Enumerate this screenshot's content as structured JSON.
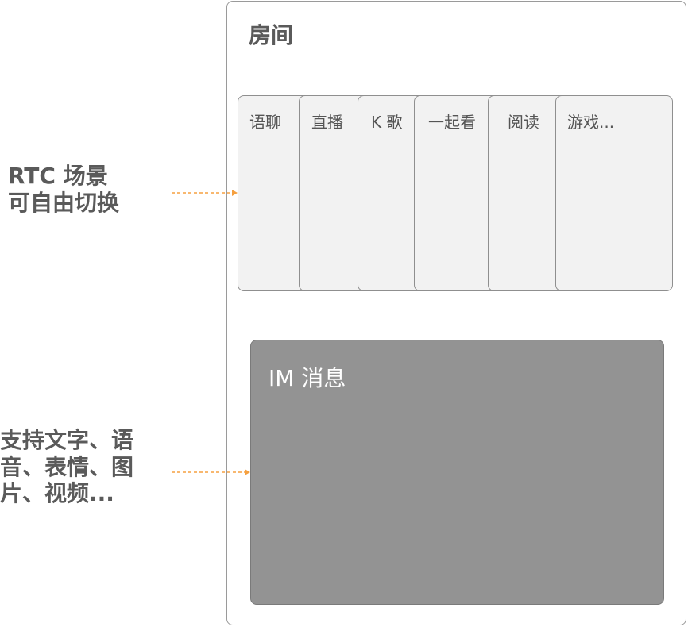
{
  "room": {
    "title": "房间"
  },
  "scenes": [
    {
      "label": "语聊"
    },
    {
      "label": "直播"
    },
    {
      "label": "K 歌"
    },
    {
      "label": "一起看"
    },
    {
      "label": "阅读"
    },
    {
      "label": "游戏..."
    }
  ],
  "im": {
    "label": "IM 消息"
  },
  "notes": {
    "rtc": {
      "line1": "RTC 场景",
      "line2": "可自由切换"
    },
    "im": {
      "line1": "支持文字、语",
      "line2": "音、表情、图",
      "line3": "片、视频..."
    }
  },
  "colors": {
    "arrow": "#f5a040",
    "text": "#5a5a5a",
    "card_fill": "#f2f2f2",
    "im_fill": "#939393"
  }
}
